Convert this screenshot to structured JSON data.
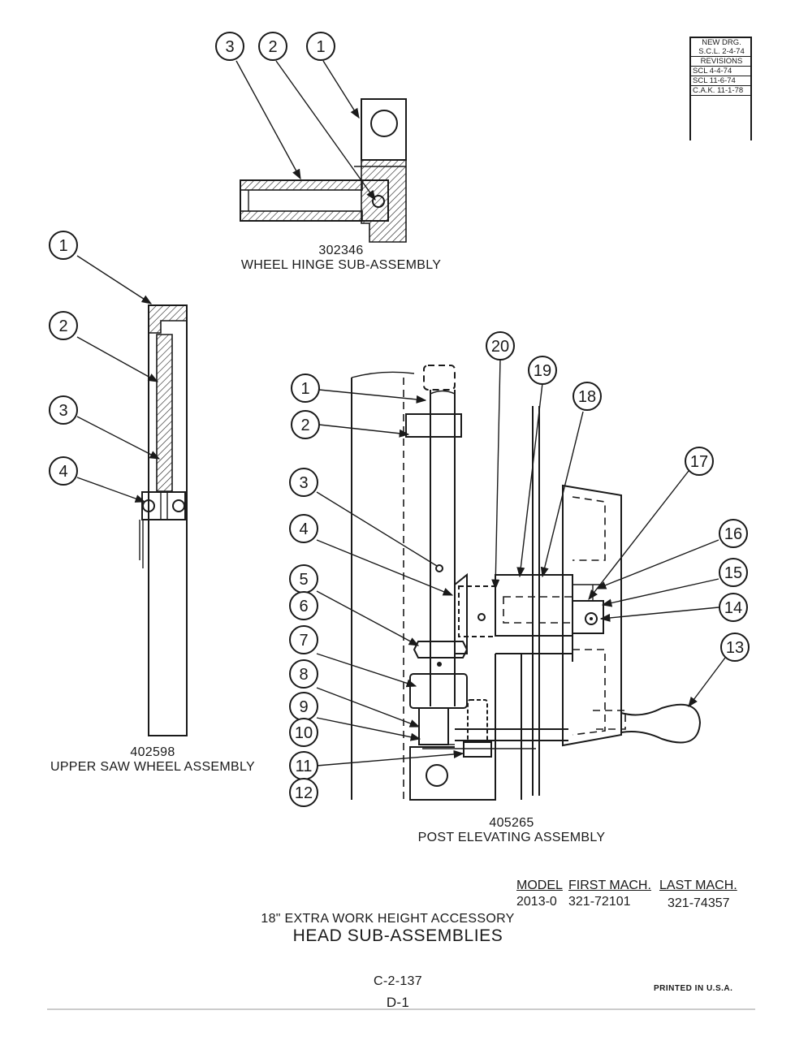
{
  "revisions": {
    "new_drg": "NEW DRG.",
    "scl_initial": "S.C.L. 2-4-74",
    "header": "REVISIONS",
    "entries": [
      "SCL  4-4-74",
      "SCL  11-6-74",
      "C.A.K. 11-1-78"
    ]
  },
  "wheel_hinge": {
    "part_number": "302346",
    "title": "WHEEL HINGE SUB-ASSEMBLY",
    "callouts": [
      "3",
      "2",
      "1"
    ]
  },
  "upper_saw_wheel": {
    "part_number": "402598",
    "title": "UPPER SAW WHEEL ASSEMBLY",
    "callouts": [
      "1",
      "2",
      "3",
      "4"
    ]
  },
  "post_elevating": {
    "part_number": "405265",
    "title": "POST ELEVATING ASSEMBLY",
    "callouts": [
      "1",
      "2",
      "3",
      "4",
      "5",
      "6",
      "7",
      "8",
      "9",
      "10",
      "11",
      "12",
      "13",
      "14",
      "15",
      "16",
      "17",
      "18",
      "19",
      "20"
    ]
  },
  "model_table": {
    "headers": [
      "MODEL",
      "FIRST MACH.",
      "LAST MACH."
    ],
    "row": [
      "2013-0",
      "321-72101",
      "321-74357"
    ]
  },
  "accessory_title": "18\" EXTRA WORK HEIGHT ACCESSORY",
  "main_title": "HEAD SUB-ASSEMBLIES",
  "doc_number": "C-2-137",
  "page_number": "D-1",
  "printed": "PRINTED IN U.S.A."
}
